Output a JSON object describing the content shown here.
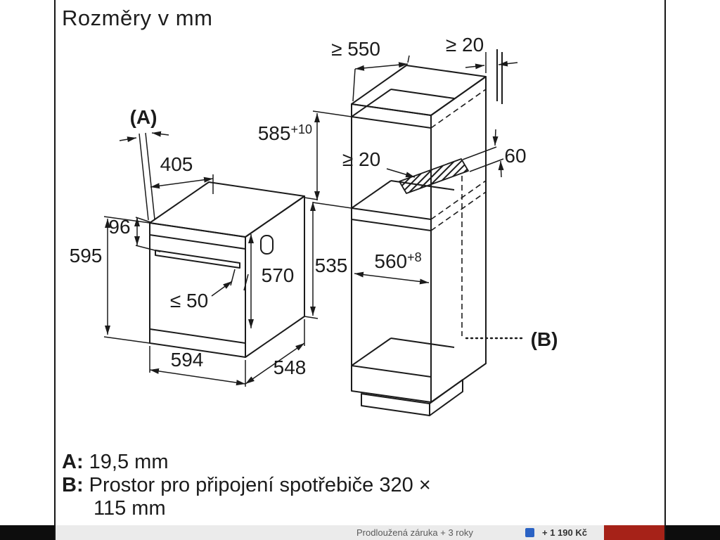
{
  "title": "Rozměry v mm",
  "oven": {
    "ref_a": "(A)",
    "dim_405": "405",
    "dim_96": "96",
    "dim_595": "595",
    "dim_max50": "≤ 50",
    "dim_570": "570",
    "dim_535": "535",
    "dim_594": "594",
    "dim_548": "548"
  },
  "cabinet": {
    "dim_min550": "≥ 550",
    "dim_min20_top": "≥ 20",
    "dim_585": "585",
    "dim_585_tol": "+10",
    "dim_min20_mid": "≥ 20",
    "dim_60": "60",
    "dim_560": "560",
    "dim_560_tol": "+8",
    "ref_b": "(B)"
  },
  "legend": {
    "a_key": "A:",
    "a_text": " 19,5 mm",
    "b_key": "B:",
    "b_text": " Prostor pro připojení spotřebiče 320 ×",
    "b_text_cont": "115 mm"
  },
  "footer": {
    "warranty": "Prodloužená záruka + 3 roky",
    "price": "+ 1 190 Kč"
  }
}
